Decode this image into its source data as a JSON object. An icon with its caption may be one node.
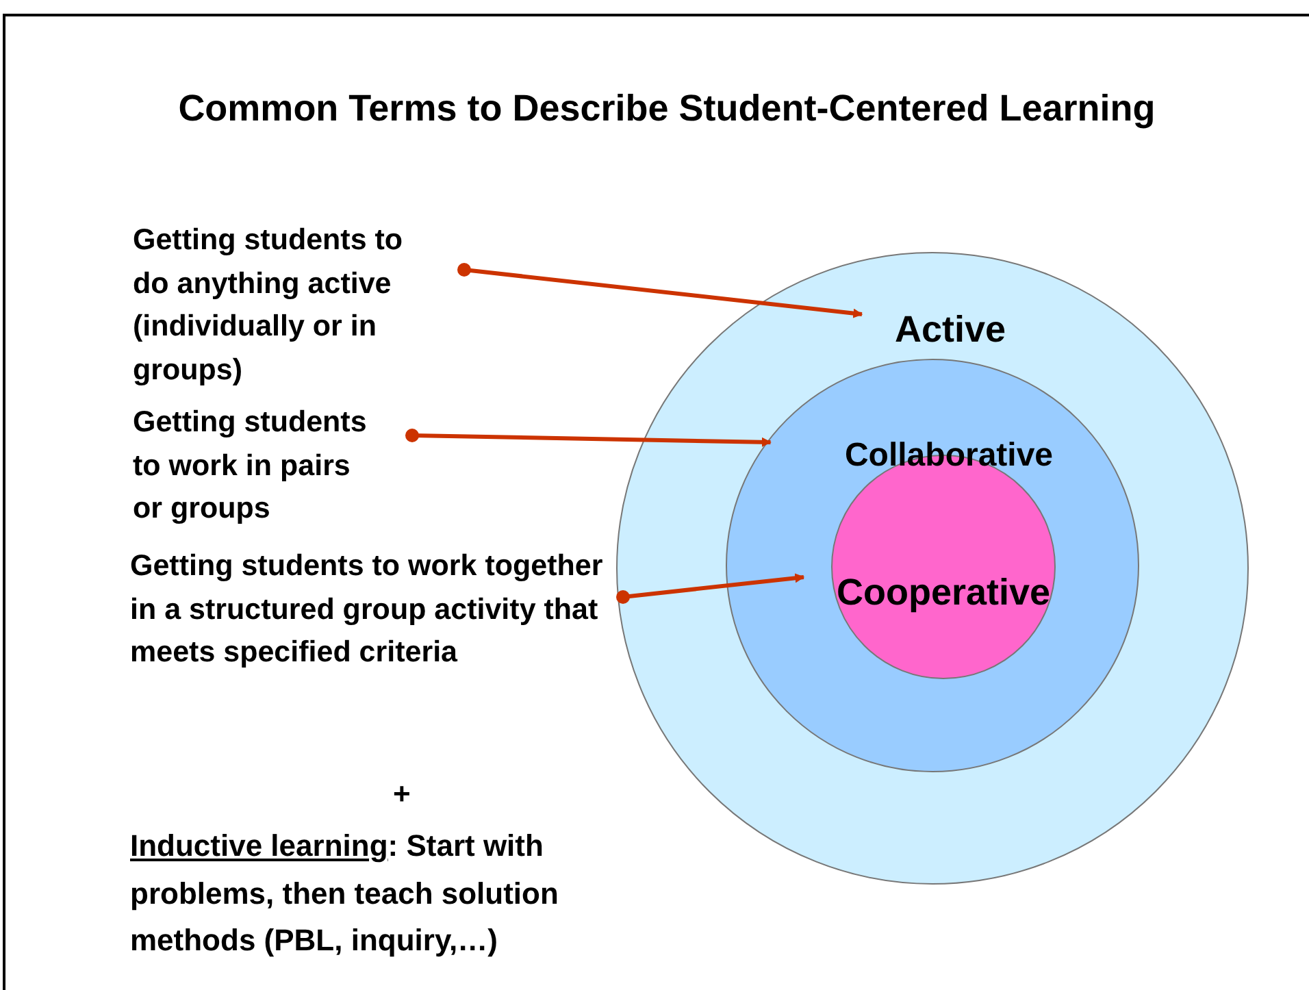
{
  "diagram": {
    "title": "Common Terms to Describe Student-Centered Learning",
    "nodes": [
      {
        "text": [
          "Active"
        ]
      },
      {
        "text": [
          "Collaborative"
        ],
        "in": 0
      },
      {
        "text": [
          "Cooperative"
        ],
        "in": 1
      },
      {
        "text": [
          "Getting students to do anything active (individually or in groups)"
        ]
      },
      {
        "text": [
          "Getting students to work in pairs or groups"
        ]
      },
      {
        "text": [
          "Getting students to work together in a structured group activity that meets specified criteria"
        ]
      }
    ],
    "edges": [
      {
        "from": 3,
        "to": 0,
        "arrow": "to",
        "color": "#cc3300"
      },
      {
        "from": 4,
        "to": 1,
        "arrow": "to",
        "color": "#cc3300"
      },
      {
        "from": 5,
        "to": 2,
        "arrow": "to",
        "color": "#cc3300"
      }
    ],
    "labels": [
      "+",
      "Inductive learning",
      ": Start with problems, then teach solution methods (PBL, inquiry,…)"
    ]
  }
}
